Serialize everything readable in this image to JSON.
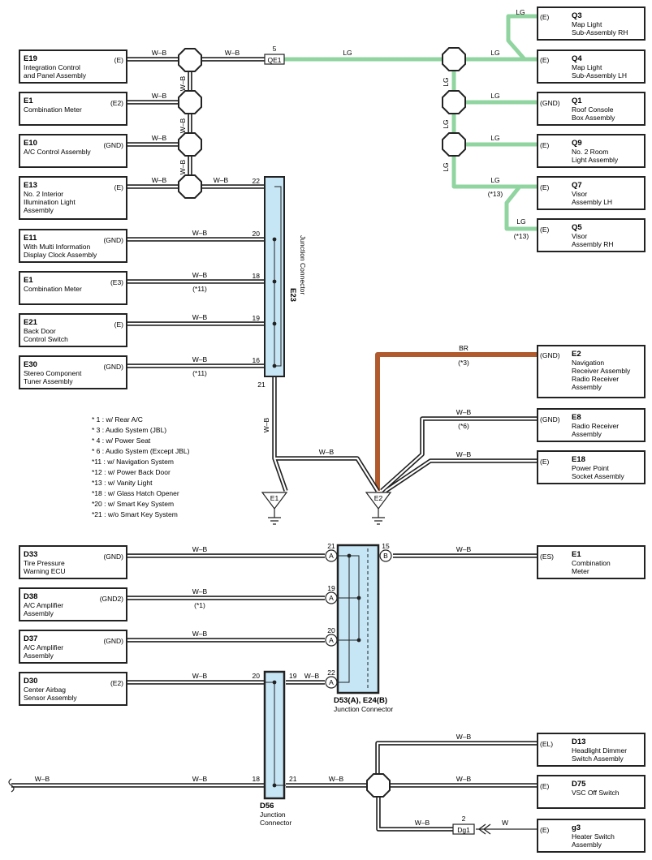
{
  "components": [
    {
      "id": "e19",
      "code": "E19",
      "name": [
        "Integration Control",
        "and Panel Assembly"
      ],
      "pin": "(E)"
    },
    {
      "id": "e1a",
      "code": "E1",
      "name": [
        "Combination Meter"
      ],
      "pin": "(E2)"
    },
    {
      "id": "e10",
      "code": "E10",
      "name": [
        "A/C Control Assembly"
      ],
      "pin": "(GND)"
    },
    {
      "id": "e13",
      "code": "E13",
      "name": [
        "No. 2 Interior",
        "Illumination Light",
        "Assembly"
      ],
      "pin": "(E)"
    },
    {
      "id": "e11",
      "code": "E11",
      "name": [
        "With Multi Information",
        "Display Clock Assembly"
      ],
      "pin": "(GND)"
    },
    {
      "id": "e1b",
      "code": "E1",
      "name": [
        "Combination Meter"
      ],
      "pin": "(E3)"
    },
    {
      "id": "e21",
      "code": "E21",
      "name": [
        "Back Door",
        "Control Switch"
      ],
      "pin": "(E)"
    },
    {
      "id": "e30",
      "code": "E30",
      "name": [
        "Stereo Component",
        "Tuner Assembly"
      ],
      "pin": "(GND)"
    },
    {
      "id": "q3",
      "code": "Q3",
      "name": [
        "Map Light",
        "Sub-Assembly RH"
      ],
      "pin": "(E)"
    },
    {
      "id": "q4",
      "code": "Q4",
      "name": [
        "Map Light",
        "Sub-Assembly LH"
      ],
      "pin": "(E)"
    },
    {
      "id": "q1",
      "code": "Q1",
      "name": [
        "Roof Console",
        "Box Assembly"
      ],
      "pin": "(GND)"
    },
    {
      "id": "q9",
      "code": "Q9",
      "name": [
        "No. 2 Room",
        "Light Assembly"
      ],
      "pin": "(E)"
    },
    {
      "id": "q7",
      "code": "Q7",
      "name": [
        "Visor",
        "Assembly LH"
      ],
      "pin": "(E)"
    },
    {
      "id": "q5",
      "code": "Q5",
      "name": [
        "Visor",
        "Assembly RH"
      ],
      "pin": "(E)"
    },
    {
      "id": "e2",
      "code": "E2",
      "name": [
        "Navigation",
        "Receiver Assembly",
        "Radio Receiver",
        "Assembly"
      ],
      "pin": "(GND)"
    },
    {
      "id": "e8",
      "code": "E8",
      "name": [
        "Radio Receiver",
        "Assembly"
      ],
      "pin": "(GND)"
    },
    {
      "id": "e18",
      "code": "E18",
      "name": [
        "Power Point",
        "Socket Assembly"
      ],
      "pin": "(E)"
    },
    {
      "id": "d33",
      "code": "D33",
      "name": [
        "Tire Pressure",
        "Warning ECU"
      ],
      "pin": "(GND)"
    },
    {
      "id": "d38",
      "code": "D38",
      "name": [
        "A/C Amplifier",
        "Assembly"
      ],
      "pin": "(GND2)"
    },
    {
      "id": "d37",
      "code": "D37",
      "name": [
        "A/C Amplifier",
        "Assembly"
      ],
      "pin": "(GND)"
    },
    {
      "id": "d30",
      "code": "D30",
      "name": [
        "Center Airbag",
        "Sensor Assembly"
      ],
      "pin": "(E2)"
    },
    {
      "id": "e1c",
      "code": "E1",
      "name": [
        "Combination",
        "Meter"
      ],
      "pin": "(ES)"
    },
    {
      "id": "d13",
      "code": "D13",
      "name": [
        "Headlight Dimmer",
        "Switch Assembly"
      ],
      "pin": "(EL)"
    },
    {
      "id": "d75",
      "code": "D75",
      "name": [
        "VSC Off Switch"
      ],
      "pin": "(E)"
    },
    {
      "id": "g3",
      "code": "g3",
      "name": [
        "Heater Switch",
        "Assembly"
      ],
      "pin": "(E)"
    }
  ],
  "connectors": {
    "e23": {
      "code": "E23",
      "label": "Junction Connector",
      "pins": [
        "22",
        "20",
        "18",
        "19",
        "16",
        "21"
      ]
    },
    "d53": {
      "code": "D53(A), E24(B)",
      "label": "Junction Connector",
      "pins": [
        "21",
        "19",
        "20",
        "22",
        "15"
      ],
      "pin_letters": [
        "A",
        "B"
      ]
    },
    "d56": {
      "code": "D56",
      "label": [
        "Junction",
        "Connector"
      ],
      "pins": [
        "20",
        "19",
        "18",
        "21"
      ]
    },
    "qe1": {
      "code": "QE1",
      "pin": "5"
    },
    "dg1": {
      "code": "Dg1",
      "pin": "2"
    }
  },
  "grounds": [
    "E1",
    "E2"
  ],
  "wire_labels": {
    "wb": "W–B",
    "lg": "LG",
    "br": "BR",
    "w": "W"
  },
  "wire_colors": {
    "lg": "#90d4a0",
    "br": "#b05a2e",
    "junction_fill": "#c6e6f6"
  },
  "notes": {
    "n11": "(*11)",
    "n13": "(*13)",
    "n3": "(*3)",
    "n6": "(*6)",
    "n1": "(*1)"
  },
  "footnotes": [
    "* 1 : w/ Rear A/C",
    "* 3 : Audio System (JBL)",
    "* 4 : w/ Power Seat",
    "* 6 : Audio System (Except JBL)",
    "*11 : w/ Navigation System",
    "*12 : w/ Power Back Door",
    "*13 : w/ Vanity Light",
    "*18 : w/ Glass Hatch Opener",
    "*20 : w/ Smart Key System",
    "*21 : w/o Smart Key System"
  ]
}
